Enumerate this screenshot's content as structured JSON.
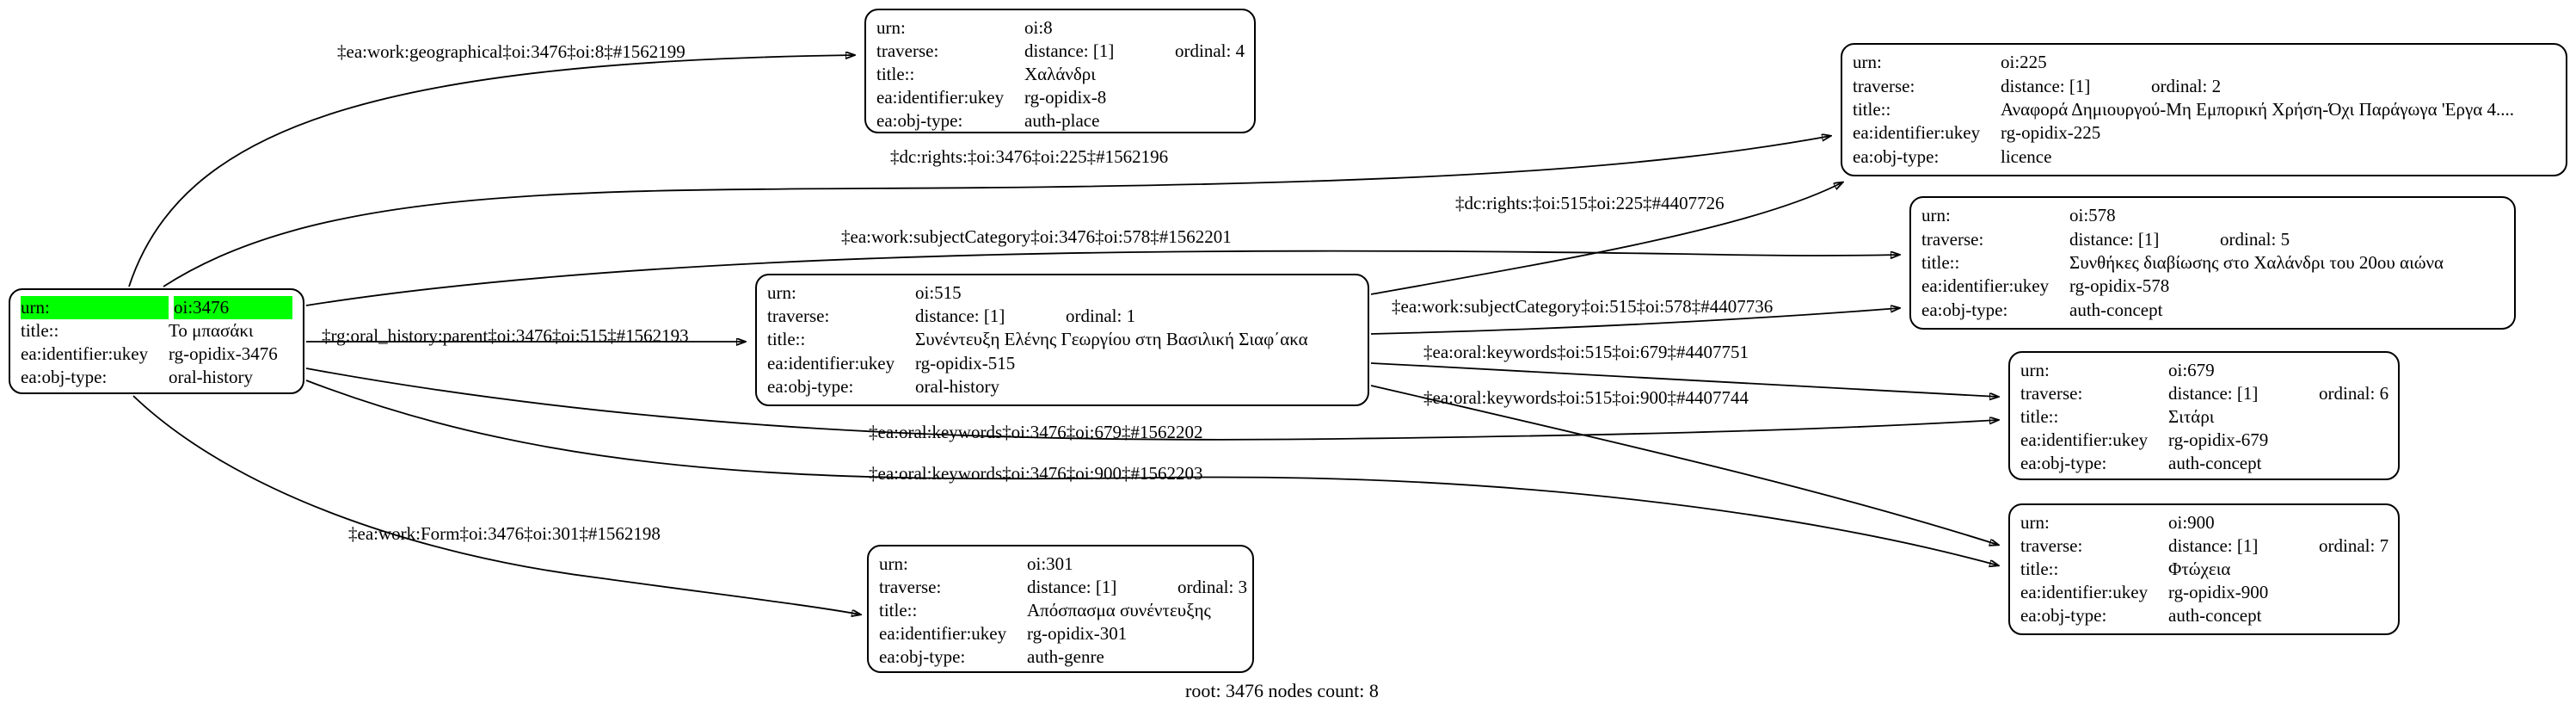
{
  "caption": "root: 3476 nodes count: 8",
  "colors": {
    "highlight_green": "#00ff00",
    "node_border": "#000000",
    "edge": "#000000",
    "background": "#ffffff"
  },
  "field_labels": {
    "urn": "urn:",
    "traverse": "traverse:",
    "title": "title::",
    "ukey": "ea:identifier:ukey",
    "objtype": "ea:obj-type:"
  },
  "nodes": {
    "root": {
      "urn": "oi:3476",
      "title": "Το μπασάκι",
      "ukey": "rg-opidix-3476",
      "objtype": "oral-history"
    },
    "n8": {
      "urn": "oi:8",
      "distance": "distance: [1]",
      "ordinal": "ordinal: 4",
      "title": "Χαλάνδρι",
      "ukey": "rg-opidix-8",
      "objtype": "auth-place"
    },
    "n225": {
      "urn": "oi:225",
      "distance": "distance: [1]",
      "ordinal": "ordinal: 2",
      "title": "Αναφορά Δημιουργού-Μη Εμπορική Χρήση-Όχι Παράγωγα 'Εργα 4....",
      "ukey": "rg-opidix-225",
      "objtype": "licence"
    },
    "n578": {
      "urn": "oi:578",
      "distance": "distance: [1]",
      "ordinal": "ordinal: 5",
      "title": "Συνθήκες διαβίωσης στο Χαλάνδρι του 20ου αιώνα",
      "ukey": "rg-opidix-578",
      "objtype": "auth-concept"
    },
    "n515": {
      "urn": "oi:515",
      "distance": "distance: [1]",
      "ordinal": "ordinal: 1",
      "title": "Συνέντευξη Ελένης Γεωργίου στη Βασιλική Σιαφ΄ακα",
      "ukey": "rg-opidix-515",
      "objtype": "oral-history"
    },
    "n679": {
      "urn": "oi:679",
      "distance": "distance: [1]",
      "ordinal": "ordinal: 6",
      "title": "Σιτάρι",
      "ukey": "rg-opidix-679",
      "objtype": "auth-concept"
    },
    "n900": {
      "urn": "oi:900",
      "distance": "distance: [1]",
      "ordinal": "ordinal: 7",
      "title": "Φτώχεια",
      "ukey": "rg-opidix-900",
      "objtype": "auth-concept"
    },
    "n301": {
      "urn": "oi:301",
      "distance": "distance: [1]",
      "ordinal": "ordinal: 3",
      "title": "Απόσπασμα συνέντευξης",
      "ukey": "rg-opidix-301",
      "objtype": "auth-genre"
    }
  },
  "edges": {
    "e1": {
      "label": "‡ea:work:geographical‡oi:3476‡oi:8‡#1562199"
    },
    "e2": {
      "label": "‡dc:rights:‡oi:3476‡oi:225‡#1562196"
    },
    "e3": {
      "label": "‡dc:rights:‡oi:515‡oi:225‡#4407726"
    },
    "e4": {
      "label": "‡ea:work:subjectCategory‡oi:3476‡oi:578‡#1562201"
    },
    "e5": {
      "label": "‡rg:oral_history:parent‡oi:3476‡oi:515‡#1562193"
    },
    "e6": {
      "label": "‡ea:work:subjectCategory‡oi:515‡oi:578‡#4407736"
    },
    "e7": {
      "label": "‡ea:oral:keywords‡oi:515‡oi:679‡#4407751"
    },
    "e8": {
      "label": "‡ea:oral:keywords‡oi:515‡oi:900‡#4407744"
    },
    "e9": {
      "label": "‡ea:oral:keywords‡oi:3476‡oi:679‡#1562202"
    },
    "e10": {
      "label": "‡ea:oral:keywords‡oi:3476‡oi:900‡#1562203"
    },
    "e11": {
      "label": "‡ea:work:Form‡oi:3476‡oi:301‡#1562198"
    }
  }
}
